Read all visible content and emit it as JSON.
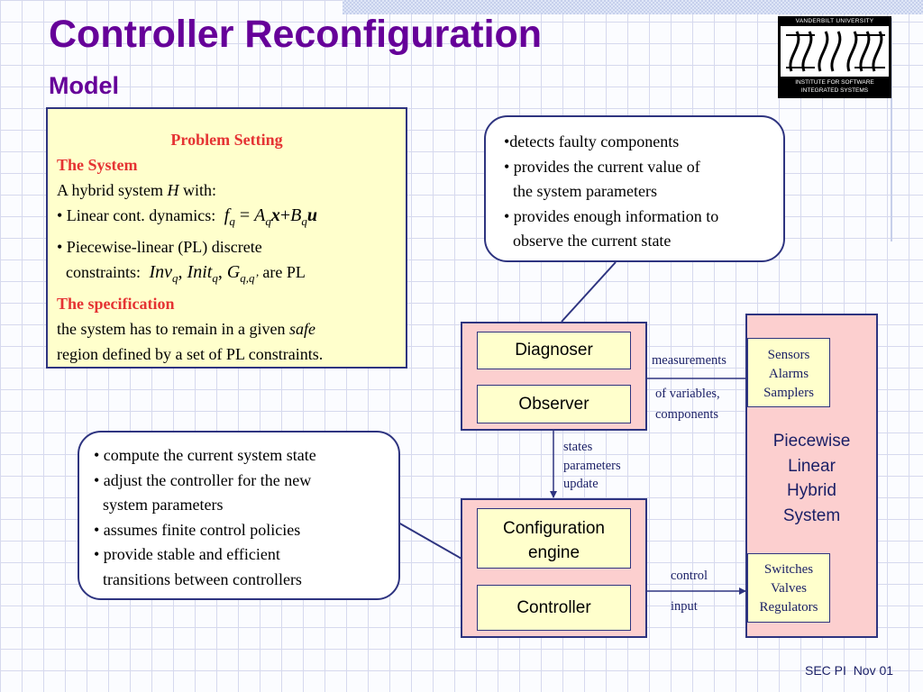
{
  "slide": {
    "title": "Controller Reconfiguration",
    "subtitle": "Model"
  },
  "logo": {
    "top_text": "VANDERBILT UNIVERSITY",
    "bottom_line1": "INSTITUTE FOR SOFTWARE",
    "bottom_line2": "INTEGRATED SYSTEMS"
  },
  "problem_box": {
    "heading": "Problem Setting",
    "system_heading": "The System",
    "intro_pre": "A hybrid system ",
    "intro_var": "H",
    "intro_post": " with:",
    "bullet1_label": "• Linear cont. dynamics:",
    "dynamics": {
      "f": "f",
      "q": "q",
      "eq": " = ",
      "A": "A",
      "x": "x",
      "plus": "+",
      "B": "B",
      "u": "u"
    },
    "bullet2_line1": "• Piecewise-linear (PL) discrete",
    "bullet2_line2_pre": "constraints:",
    "constraints": {
      "inv": "Inv",
      "init": "Init",
      "g": "G",
      "q": "q",
      "qq": "q,q’",
      "sep": ", ",
      "tail": " are PL"
    },
    "spec_heading": "The specification",
    "spec_line1_pre": "the system has to remain in a given ",
    "spec_line1_em": "safe",
    "spec_line2": "region defined by a set of PL constraints."
  },
  "bubble_diagnoser": {
    "l1": "•detects faulty components",
    "l2": "• provides the current value of",
    "l3": "the system parameters",
    "l4": "• provides enough information to",
    "l5": "observe the current state"
  },
  "bubble_controller": {
    "l1": "• compute the current system state",
    "l2": "• adjust the controller for the new",
    "l3": "system parameters",
    "l4": "• assumes finite control policies",
    "l5": "• provide stable and efficient",
    "l6": "transitions between controllers"
  },
  "blocks": {
    "diagnoser": "Diagnoser",
    "observer": "Observer",
    "config_line1": "Configuration",
    "config_line2": "engine",
    "controller": "Controller"
  },
  "plant": {
    "sensors": [
      "Sensors",
      "Alarms",
      "Samplers"
    ],
    "actuators": [
      "Switches",
      "Valves",
      "Regulators"
    ],
    "name": [
      "Piecewise",
      "Linear",
      "Hybrid",
      "System"
    ]
  },
  "labels": {
    "measurements": "measurements",
    "of_variables": "of variables,",
    "components": "components",
    "states": "states",
    "parameters": "parameters",
    "update": "update",
    "control": "control",
    "input": "input"
  },
  "footer": {
    "org": "SEC PI",
    "date": "Nov 01"
  },
  "colors": {
    "title": "#660099",
    "heading_red": "#e53333",
    "border_navy": "#2e3480",
    "yellow_fill": "#ffffcc",
    "pink_fill": "#fccfcf"
  }
}
